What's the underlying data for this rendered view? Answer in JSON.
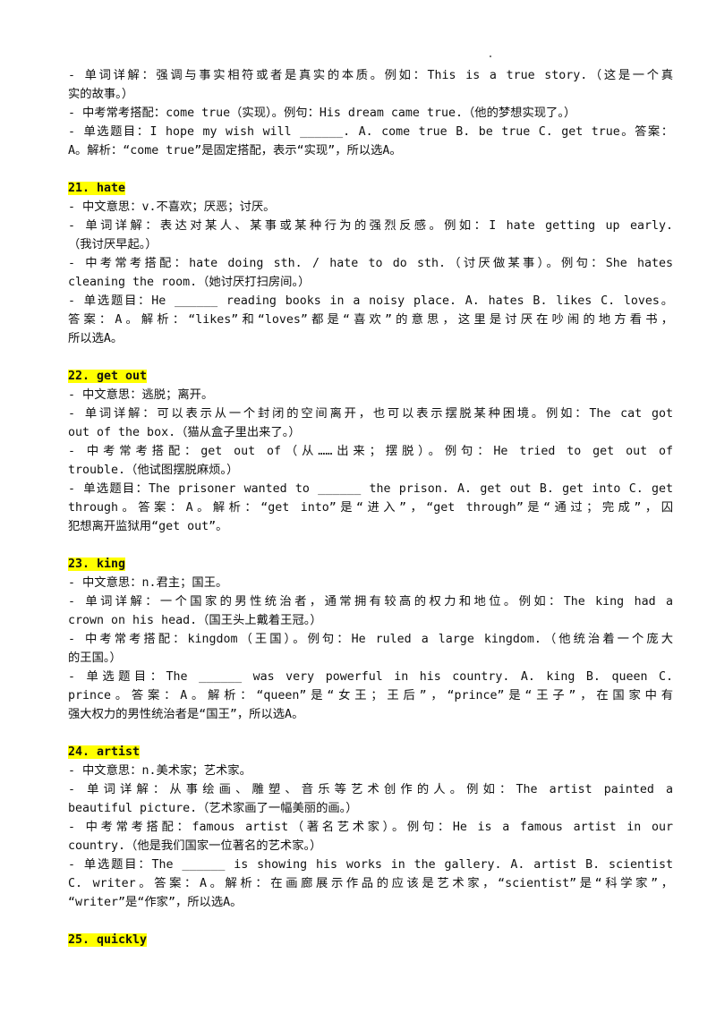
{
  "document": {
    "sections": [
      {
        "title": "",
        "lines": [
          {
            "text": "- 单词详解：强调与事实相符或者是真实的本质。例如：This is a true story.（这是一个真",
            "j": true
          },
          {
            "text": "实的故事。）",
            "j": false
          },
          {
            "text": "- 中考常考搭配：come true（实现）。例句：His dream came true.（他的梦想实现了。）",
            "j": false
          },
          {
            "text": "- 单选题目：I hope my wish will ______. A. come true B. be true C. get true。答案：",
            "j": true
          },
          {
            "text": "A。解析：“come true”是固定搭配，表示“实现”，所以选A。",
            "j": false
          }
        ]
      },
      {
        "title": "21. hate",
        "lines": [
          {
            "text": "- 中文意思：v.不喜欢；厌恶；讨厌。",
            "j": false
          },
          {
            "text": "- 单词详解：表达对某人、某事或某种行为的强烈反感。例如：I hate getting up early.",
            "j": true
          },
          {
            "text": "（我讨厌早起。）",
            "j": false
          },
          {
            "text": "- 中考常考搭配：hate doing sth. / hate to do sth.（讨厌做某事）。例句：She hates",
            "j": true
          },
          {
            "text": "cleaning the room.（她讨厌打扫房间。）",
            "j": false
          },
          {
            "text": "- 单选题目：He ______ reading books in a noisy place. A. hates B. likes C. loves。",
            "j": true
          },
          {
            "text": "答案：A。解析：“likes”和“loves”都是“喜欢”的意思，这里是讨厌在吵闹的地方看书，",
            "j": true
          },
          {
            "text": "所以选A。",
            "j": false
          }
        ]
      },
      {
        "title": "22. get out",
        "lines": [
          {
            "text": "- 中文意思：逃脱；离开。",
            "j": false
          },
          {
            "text": "- 单词详解：可以表示从一个封闭的空间离开，也可以表示摆脱某种困境。例如：The cat got",
            "j": true
          },
          {
            "text": "out of the box.（猫从盒子里出来了。）",
            "j": false
          },
          {
            "text": "- 中考常考搭配：get out of（从……出来；摆脱）。例句：He tried to get out of",
            "j": true
          },
          {
            "text": "trouble.（他试图摆脱麻烦。）",
            "j": false
          },
          {
            "text": "- 单选题目：The prisoner wanted to ______ the prison. A. get out B. get into C. get",
            "j": true
          },
          {
            "text": "through。答案：A。解析：“get into”是“进入”，“get through”是“通过；完成”，囚",
            "j": true
          },
          {
            "text": "犯想离开监狱用“get out”。",
            "j": false
          }
        ]
      },
      {
        "title": "23. king",
        "lines": [
          {
            "text": "- 中文意思：n.君主；国王。",
            "j": false
          },
          {
            "text": "- 单词详解：一个国家的男性统治者，通常拥有较高的权力和地位。例如：The king had a",
            "j": true
          },
          {
            "text": "crown on his head.（国王头上戴着王冠。）",
            "j": false
          },
          {
            "text": "- 中考常考搭配：kingdom（王国）。例句：He ruled a large kingdom.（他统治着一个庞大",
            "j": true
          },
          {
            "text": "的王国。）",
            "j": false
          },
          {
            "text": "- 单选题目：The ______ was very powerful in his country. A. king B. queen C.",
            "j": true
          },
          {
            "text": "prince。答案：A。解析：“queen”是“女王；王后”，“prince”是“王子”，在国家中有",
            "j": true
          },
          {
            "text": "强大权力的男性统治者是“国王”，所以选A。",
            "j": false
          }
        ]
      },
      {
        "title": "24. artist",
        "lines": [
          {
            "text": "- 中文意思：n.美术家；艺术家。",
            "j": false
          },
          {
            "text": "- 单词详解：从事绘画、雕塑、音乐等艺术创作的人。例如：The artist painted a",
            "j": true
          },
          {
            "text": "beautiful picture.（艺术家画了一幅美丽的画。）",
            "j": false
          },
          {
            "text": "- 中考常考搭配：famous artist（著名艺术家）。例句：He is a famous artist in our",
            "j": true
          },
          {
            "text": "country.（他是我们国家一位著名的艺术家。）",
            "j": false
          },
          {
            "text": "- 单选题目：The ______ is showing his works in the gallery. A. artist B. scientist",
            "j": true
          },
          {
            "text": "C. writer。答案：A。解析：在画廊展示作品的应该是艺术家，“scientist”是“科学家”，",
            "j": true
          },
          {
            "text": "“writer”是“作家”，所以选A。",
            "j": false
          }
        ]
      },
      {
        "title": "25. quickly",
        "lines": []
      }
    ]
  }
}
